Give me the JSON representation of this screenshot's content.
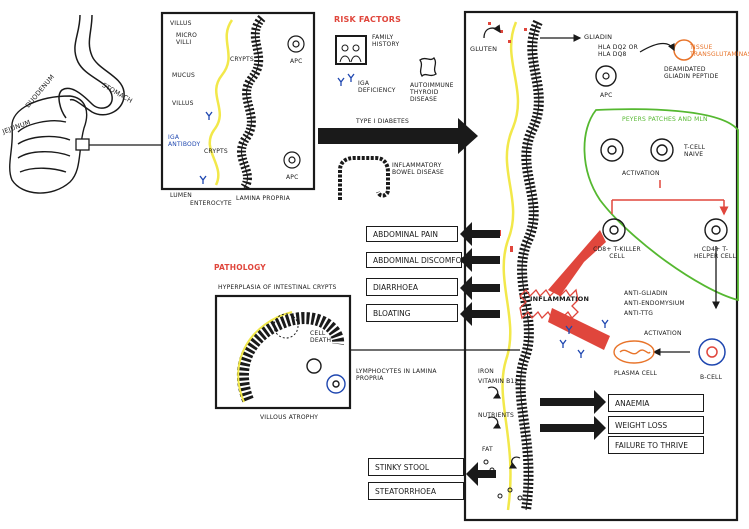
{
  "colors": {
    "ink": "#1a1a1a",
    "risk": "#e0463c",
    "antibody": "#1f47b0",
    "tissue_enzyme": "#e8742a",
    "peyers": "#55b830",
    "mucus": "#f2e84a"
  },
  "anatomy": {
    "duodenum": "DUODENUM",
    "stomach": "STOMACH",
    "jejunum": "JEJUNUM"
  },
  "normal_mucosa": {
    "villus_top": "VILLUS",
    "microvilli": "MICRO VILLI",
    "crypts_top": "CRYPTS",
    "mucus": "MUCUS",
    "villus": "VILLUS",
    "iga_antibody": "IgA ANTIBODY",
    "crypts": "CRYPTS",
    "apc_top": "APC",
    "apc_bottom": "APC",
    "lumen": "LUMEN",
    "enterocyte": "ENTEROCYTE",
    "lamina_propria": "LAMINA PROPRIA"
  },
  "risk_factors": {
    "title": "RISK FACTORS",
    "family_history": "FAMILY HISTORY",
    "iga_deficiency": "IgA DEFICIENCY",
    "autoimmune_thyroid": "AUTOIMMUNE THYROID DISEASE",
    "type1_diabetes": "TYPE I DIABETES",
    "ibd": "INFLAMMATORY BOWEL DISEASE"
  },
  "mechanism": {
    "gluten": "GLUTEN",
    "gliadin": "GLIADIN",
    "hla": "HLA DQ2 OR HLA DQ8",
    "tissue_transglutaminase": "TISSUE TRANSGLUTAMINASE",
    "deamidated": "DEAMIDATED GLIADIN PEPTIDE",
    "apc": "APC",
    "peyers": "PEYERS PATCHES AND MLN",
    "tcell_naive": "T-CELL NAIVE",
    "activation1": "ACTIVATION",
    "cd8": "CD8+ T-KILLER CELL",
    "cd4": "CD4+ T-HELPER CELL",
    "inflammation": "INFLAMMATION",
    "antibodies": [
      "ANTI-GLIADIN",
      "ANTI-ENDOMYSIUM",
      "ANTI-tTG"
    ],
    "activation2": "ACTIVATION",
    "plasma_cell": "PLASMA CELL",
    "bcell": "B-CELL",
    "iron": "IRON",
    "vitamin": "VITAMIN B12",
    "nutrients": "NUTRIENTS",
    "fat": "FAT"
  },
  "symptoms": {
    "abdominal_pain": "ABDOMINAL PAIN",
    "abdominal_discomfort": "ABDOMINAL DISCOMFORT",
    "diarrhoea": "DIARRHOEA",
    "bloating": "BLOATING",
    "anaemia": "ANAEMIA",
    "weight_loss": "WEIGHT LOSS",
    "failure_to_thrive": "FAILURE TO THRIVE",
    "stinky_stool": "STINKY STOOL",
    "steatorrhoea": "STEATORRHOEA"
  },
  "pathology": {
    "title": "PATHOLOGY",
    "hyperplasia": "HYPERPLASIA OF INTESTINAL CRYPTS",
    "cell_death": "CELL DEATH",
    "lymphocytes": "LYMPHOCYTES IN LAMINA PROPRIA",
    "villous_atrophy": "VILLOUS ATROPHY"
  }
}
